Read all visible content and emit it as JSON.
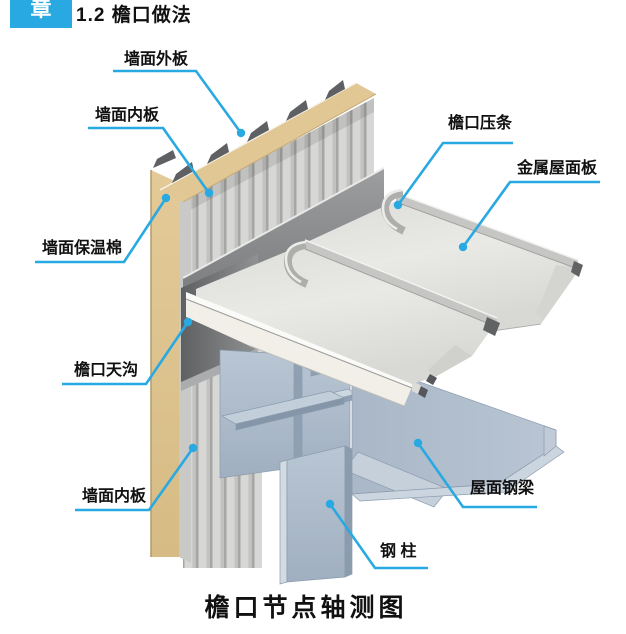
{
  "header": {
    "badge_glyph": "章",
    "title": "1.2 檐口做法"
  },
  "figure": {
    "caption": "檐口节点轴测图",
    "labels": [
      {
        "id": "wall-outer-panel",
        "text": "墙面外板"
      },
      {
        "id": "wall-inner-panel-top",
        "text": "墙面内板"
      },
      {
        "id": "wall-insulation",
        "text": "墙面保温棉"
      },
      {
        "id": "eave-gutter",
        "text": "檐口天沟"
      },
      {
        "id": "wall-inner-panel-bottom",
        "text": "墙面内板"
      },
      {
        "id": "eave-batten",
        "text": "檐口压条"
      },
      {
        "id": "metal-roof-panel",
        "text": "金属屋面板"
      },
      {
        "id": "roof-steel-beam",
        "text": "屋面钢梁"
      },
      {
        "id": "steel-column",
        "text": "钢 柱"
      }
    ],
    "colors": {
      "accent_blue": "#29a9e1",
      "insulation_tan": "#e0c794",
      "wall_panel_gray": "#d7d7d5",
      "roof_panel_gray": "#e4e4e0",
      "gutter_dark": "#6b6d6f",
      "steel_blue_gray": "#b0bdcc",
      "text": "#111111"
    }
  }
}
